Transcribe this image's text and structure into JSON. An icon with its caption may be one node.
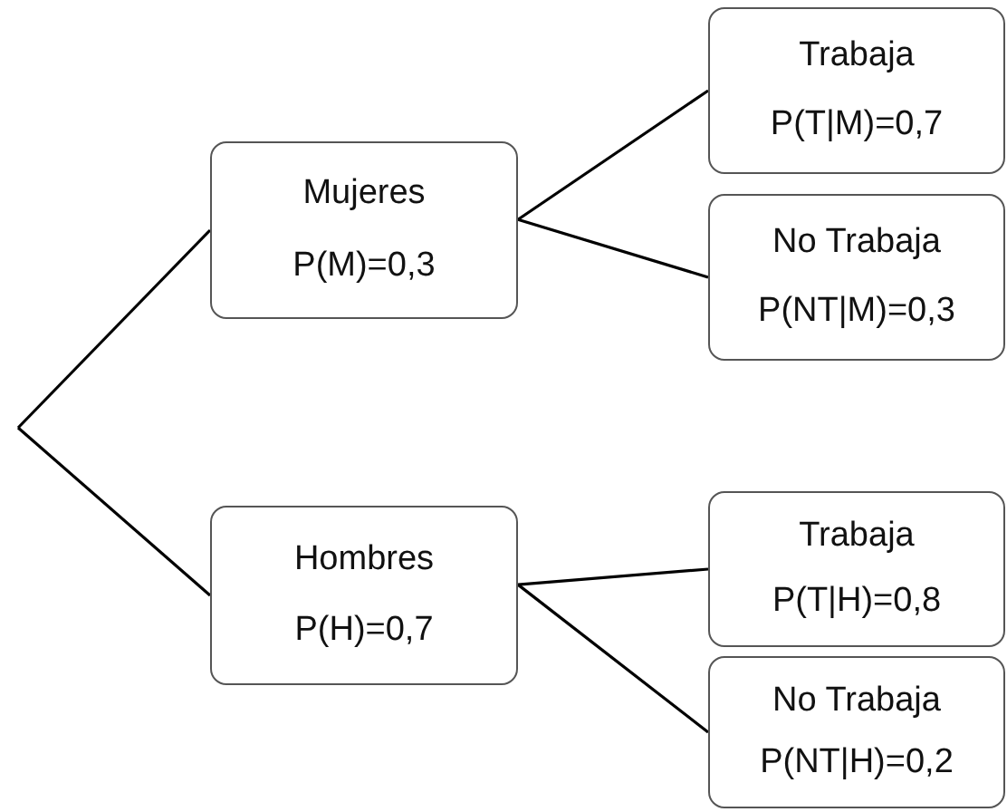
{
  "diagram": {
    "nodes": [
      {
        "text": [
          "Mujeres",
          "P(M)=0,3"
        ]
      },
      {
        "text": [
          "Trabaja",
          "P(T|M)=0,7"
        ]
      },
      {
        "text": [
          "No Trabaja",
          "P(NT|M)=0,3"
        ]
      },
      {
        "text": [
          "Hombres",
          "P(H)=0,7"
        ]
      },
      {
        "text": [
          "Trabaja",
          "P(T|H)=0,8"
        ]
      },
      {
        "text": [
          "No Trabaja",
          "P(NT|H)=0,2"
        ]
      }
    ],
    "edges": [
      {
        "from": null,
        "to": 0,
        "arrow": "none"
      },
      {
        "from": null,
        "to": 3,
        "arrow": "none"
      },
      {
        "from": 0,
        "to": 1,
        "arrow": "none"
      },
      {
        "from": 0,
        "to": 2,
        "arrow": "none"
      },
      {
        "from": 3,
        "to": 4,
        "arrow": "none"
      },
      {
        "from": 3,
        "to": 5,
        "arrow": "none"
      }
    ]
  }
}
